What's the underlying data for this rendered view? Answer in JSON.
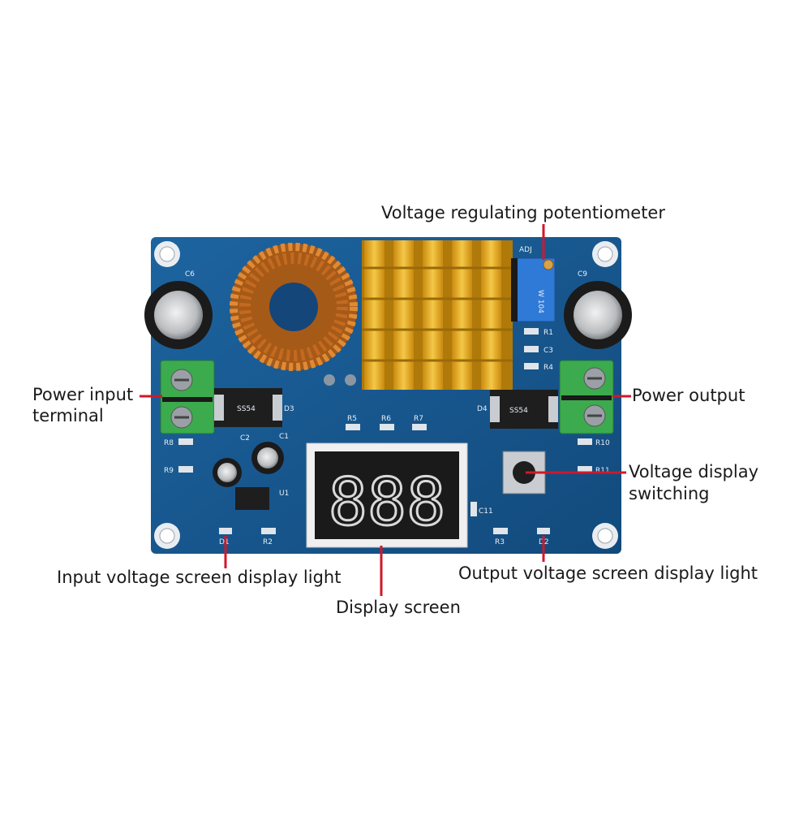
{
  "labels": {
    "potentiometer": "Voltage regulating potentiometer",
    "power_input_line1": "Power input",
    "power_input_line2": "terminal",
    "power_output": "Power output",
    "display_switch_line1": "Voltage display",
    "display_switch_line2": "switching",
    "input_light": "Input voltage screen display light",
    "output_light": "Output voltage screen display light",
    "display_screen": "Display screen"
  },
  "board": {
    "silkscreen": {
      "adj": "ADJ",
      "pot_code": "W 104",
      "c6": "C6",
      "c9": "C9",
      "c1": "C1",
      "c2": "C2",
      "c3": "C3",
      "c11": "C11",
      "r1": "R1",
      "r2": "R2",
      "r3": "R3",
      "r4": "R4",
      "r5": "R5",
      "r6": "R6",
      "r7": "R7",
      "r8": "R8",
      "r9": "R9",
      "r10": "R10",
      "r11": "R11",
      "d3": "D3",
      "d4": "D4",
      "u1": "U1",
      "d1": "D1",
      "d2": "D2",
      "diode_code": "SS54"
    },
    "display_digits": "888"
  },
  "colors": {
    "pcb": "#17588f",
    "pointer": "#d0182a",
    "heatsink": "#e6ad1e",
    "terminal": "#3cab4e"
  }
}
